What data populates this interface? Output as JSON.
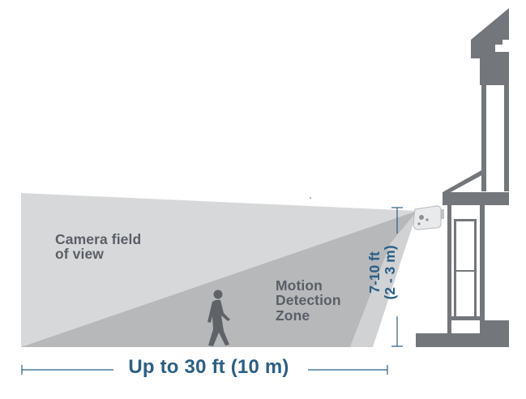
{
  "labels": {
    "field_of_view": [
      "Camera field",
      "of view"
    ],
    "motion_zone": [
      "Motion",
      "Detection",
      "Zone"
    ],
    "range": "Up to 30 ft (10 m)",
    "mount_height": [
      "7-10 ft",
      "(2 - 3 m)"
    ]
  },
  "colors": {
    "field_of_view": "#d7d8d9",
    "motion_zone": "#b6b8ba",
    "house": "#73777c",
    "text_gray": "#5a5f66",
    "text_blue": "#2b5f86",
    "dimension_line": "#2b5f86"
  }
}
